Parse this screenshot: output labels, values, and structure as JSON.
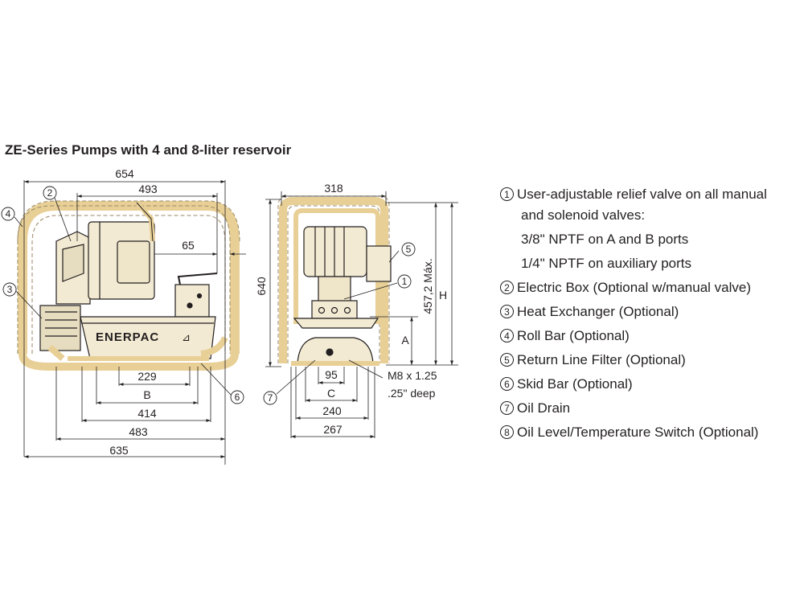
{
  "title": "ZE-Series Pumps with 4 and 8-liter reservoir",
  "brand": "ENERPAC",
  "brand_mark": "⊿",
  "colors": {
    "cream": "#f2ead2",
    "roll_bar": "#e8cf96",
    "line": "#231f20"
  },
  "front_view": {
    "dims": {
      "d654": "654",
      "d493": "493",
      "d65": "65",
      "d229": "229",
      "dB": "B",
      "d414": "414",
      "d483": "483",
      "d635": "635"
    },
    "callouts": {
      "c2": "2",
      "c3": "3",
      "c4": "4",
      "c6": "6"
    }
  },
  "side_view": {
    "dims": {
      "d318": "318",
      "d640": "640",
      "d457": "457,2 Máx.",
      "dH": "H",
      "dA": "A",
      "d95": "95",
      "dC": "C",
      "d240": "240",
      "d267": "267"
    },
    "thread": {
      "line1": "M8 x 1.25",
      "line2": ".25\" deep"
    },
    "callouts": {
      "c1": "1",
      "c5": "5",
      "c7": "7"
    }
  },
  "legend": [
    {
      "num": "1",
      "text": "User-adjustable relief valve on all manual"
    },
    {
      "num": "",
      "text": "and solenoid valves:"
    },
    {
      "num": "",
      "text": "3/8\" NPTF on A and B ports"
    },
    {
      "num": "",
      "text": "1/4\" NPTF on auxiliary ports"
    },
    {
      "num": "2",
      "text": "Electric Box (Optional w/manual valve)"
    },
    {
      "num": "3",
      "text": "Heat Exchanger (Optional)"
    },
    {
      "num": "4",
      "text": "Roll Bar (Optional)"
    },
    {
      "num": "5",
      "text": "Return Line Filter (Optional)"
    },
    {
      "num": "6",
      "text": "Skid Bar (Optional)"
    },
    {
      "num": "7",
      "text": "Oil Drain"
    },
    {
      "num": "8",
      "text": "Oil Level/Temperature Switch  (Optional)"
    }
  ]
}
